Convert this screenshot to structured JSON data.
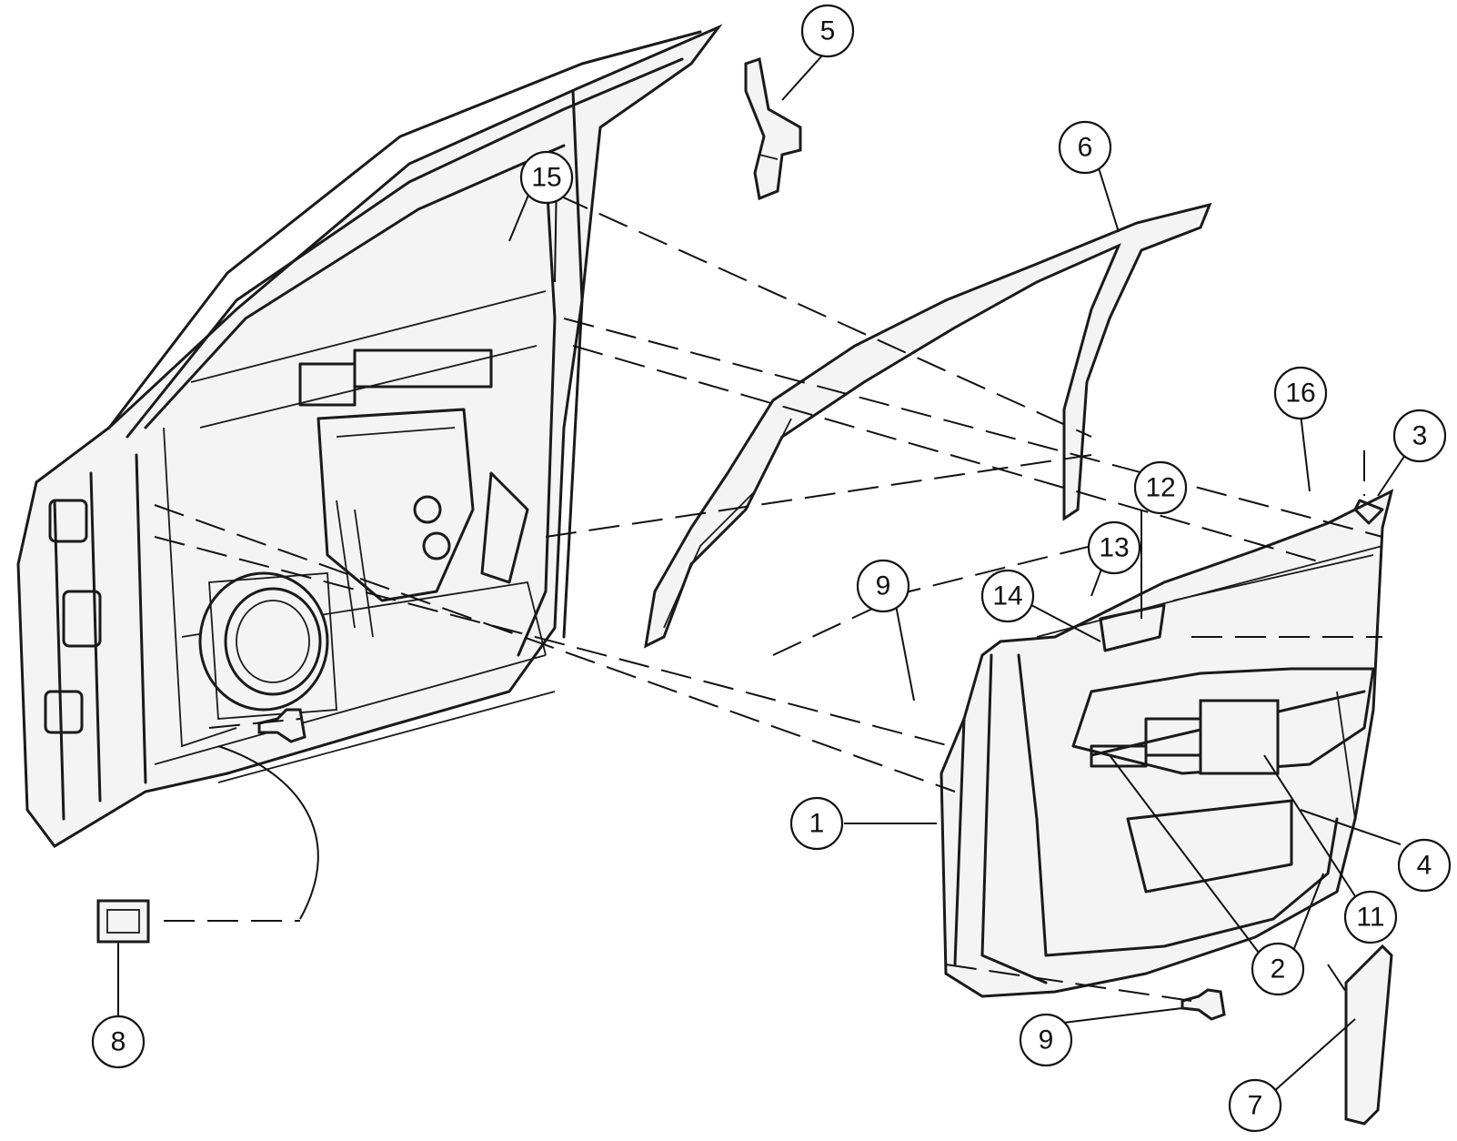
{
  "callouts": [
    {
      "id": "c1",
      "label": "1"
    },
    {
      "id": "c2",
      "label": "2"
    },
    {
      "id": "c3",
      "label": "3"
    },
    {
      "id": "c4",
      "label": "4"
    },
    {
      "id": "c5",
      "label": "5"
    },
    {
      "id": "c6",
      "label": "6"
    },
    {
      "id": "c7",
      "label": "7"
    },
    {
      "id": "c8",
      "label": "8"
    },
    {
      "id": "c9a",
      "label": "9"
    },
    {
      "id": "c9b",
      "label": "9"
    },
    {
      "id": "c11",
      "label": "11"
    },
    {
      "id": "c12",
      "label": "12"
    },
    {
      "id": "c13",
      "label": "13"
    },
    {
      "id": "c14",
      "label": "14"
    },
    {
      "id": "c15",
      "label": "15"
    },
    {
      "id": "c16",
      "label": "16"
    }
  ],
  "colors": {
    "line": "#1a1a1a",
    "background": "#ffffff"
  }
}
